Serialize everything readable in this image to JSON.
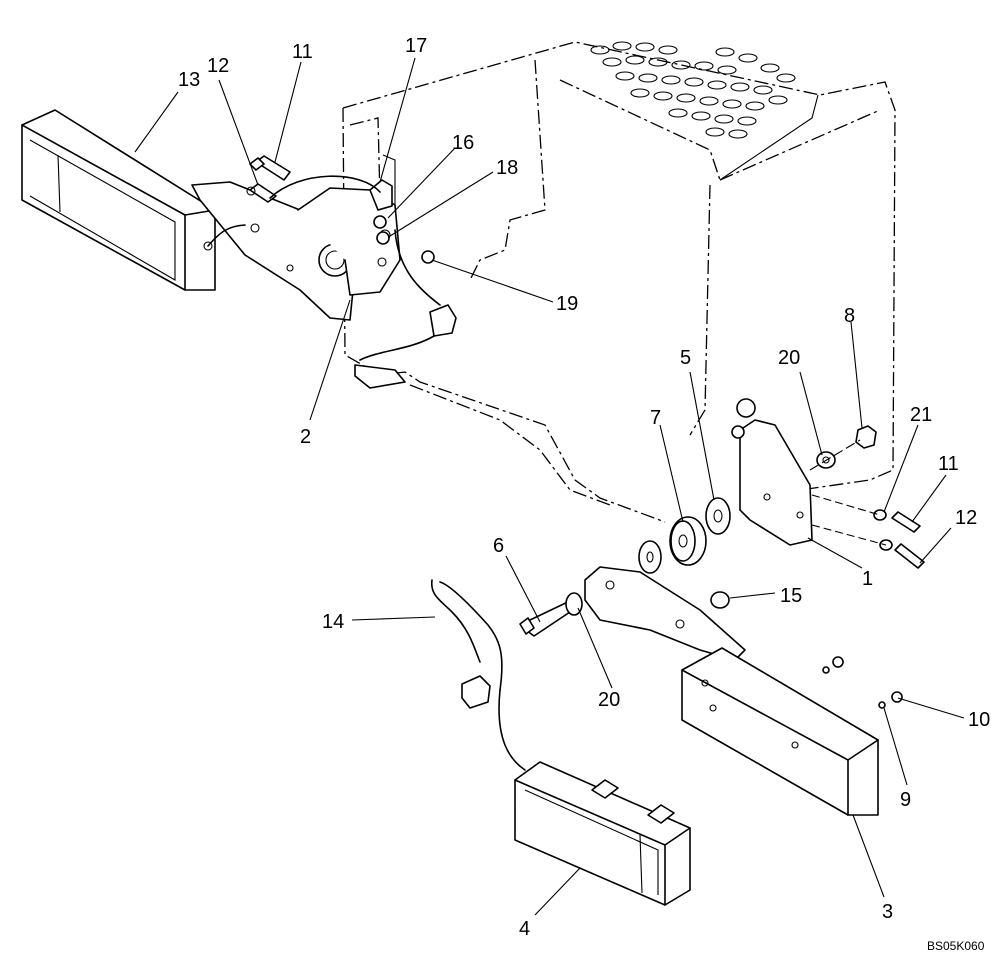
{
  "callouts": {
    "c1": "1",
    "c2": "2",
    "c3": "3",
    "c4": "4",
    "c5": "5",
    "c6": "6",
    "c7": "7",
    "c8": "8",
    "c9": "9",
    "c10": "10",
    "c11a": "11",
    "c11b": "11",
    "c12a": "12",
    "c12b": "12",
    "c13": "13",
    "c14": "14",
    "c15": "15",
    "c16": "16",
    "c17": "17",
    "c18": "18",
    "c19": "19",
    "c20a": "20",
    "c20b": "20",
    "c21": "21"
  },
  "figure_code": "BS05K060"
}
